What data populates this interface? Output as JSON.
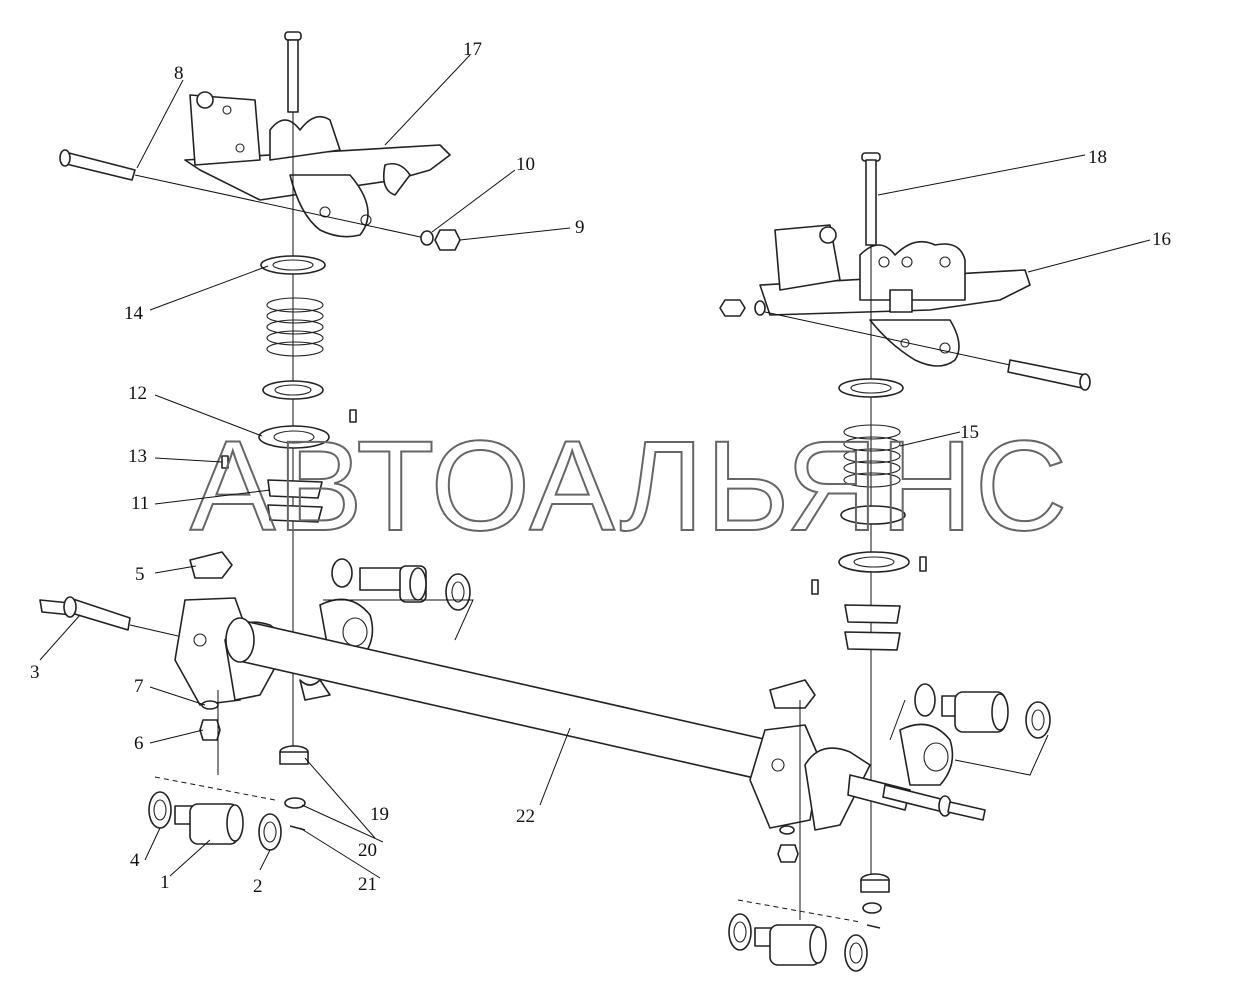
{
  "watermark": "АВТОАЛЬЯНС",
  "callouts": {
    "c1": "1",
    "c2": "2",
    "c3": "3",
    "c4": "4",
    "c5": "5",
    "c6": "6",
    "c7": "7",
    "c8": "8",
    "c9": "9",
    "c10": "10",
    "c11": "11",
    "c12": "12",
    "c13": "13",
    "c14": "14",
    "c15": "15",
    "c16": "16",
    "c17": "17",
    "c18": "18",
    "c19": "19",
    "c20": "20",
    "c21": "21",
    "c22": "22"
  }
}
